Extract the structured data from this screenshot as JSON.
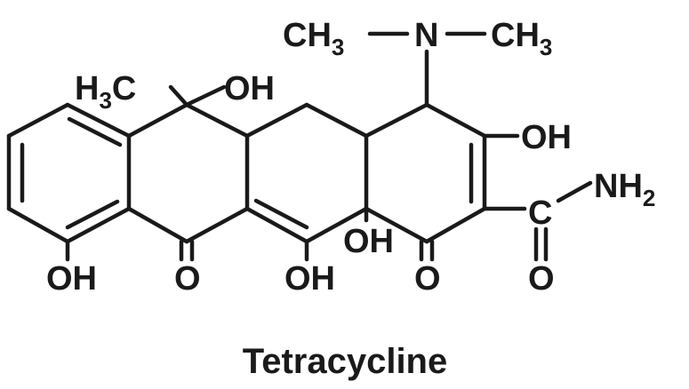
{
  "diagram": {
    "compound_name": "Tetracycline",
    "labels": {
      "ch3_left": "CH",
      "ch3_left_sub": "3",
      "n": "N",
      "ch3_right": "CH",
      "ch3_right_sub": "3",
      "h3c_h": "H",
      "h3c_sub": "3",
      "h3c_c": "C",
      "oh_c6": "OH",
      "oh_enol": "OH",
      "nh2": "NH",
      "nh2_sub": "2",
      "c_amide": "C",
      "o_amide": "O",
      "oh_c12a": "OH",
      "oh_c10": "OH",
      "o_c11": "O",
      "oh_c12": "OH",
      "o_c1": "O"
    }
  },
  "colors": {
    "ink": "#1a1a1a",
    "background": "#ffffff"
  }
}
